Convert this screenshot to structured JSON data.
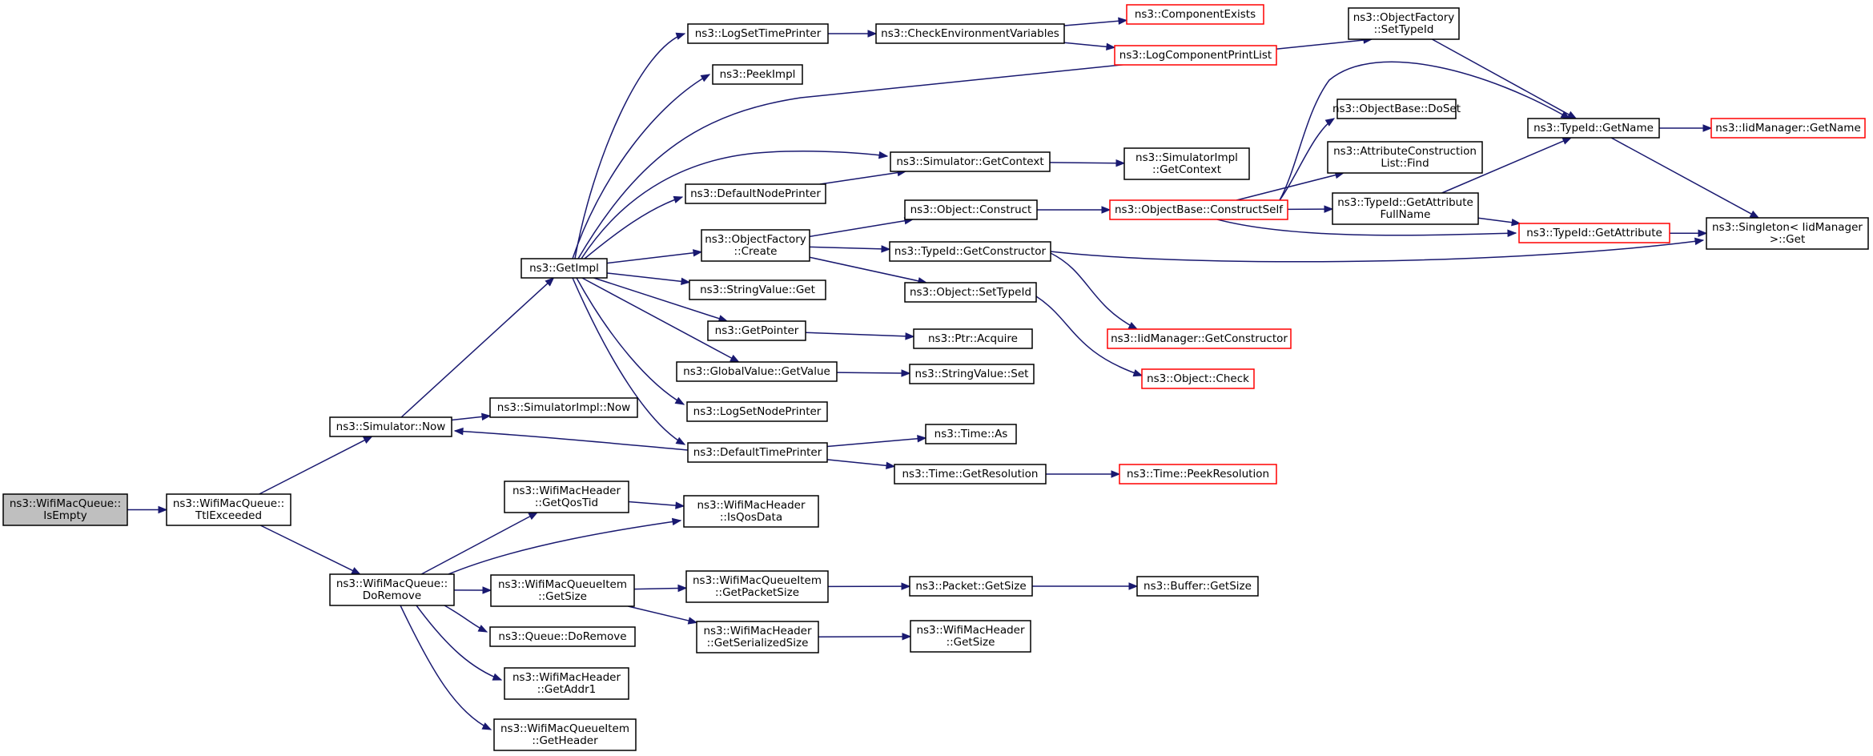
{
  "colors": {
    "edge": "#191970",
    "normal_border": "#000000",
    "truncated_border": "#ff0000",
    "root_fill": "#bfbfbf",
    "fill": "#ffffff"
  },
  "nodes": [
    {
      "id": "n0",
      "lines": [
        "ns3::WifiMacQueue::",
        "IsEmpty"
      ],
      "style": "root"
    },
    {
      "id": "n1",
      "lines": [
        "ns3::WifiMacQueue::",
        "TtlExceeded"
      ],
      "style": "normal"
    },
    {
      "id": "n2",
      "lines": [
        "ns3::Simulator::Now"
      ],
      "style": "normal"
    },
    {
      "id": "n3",
      "lines": [
        "ns3::WifiMacQueue::",
        "DoRemove"
      ],
      "style": "normal"
    },
    {
      "id": "n4",
      "lines": [
        "ns3::GetImpl"
      ],
      "style": "normal"
    },
    {
      "id": "n5",
      "lines": [
        "ns3::SimulatorImpl::Now"
      ],
      "style": "normal"
    },
    {
      "id": "n6",
      "lines": [
        "ns3::LogSetTimePrinter"
      ],
      "style": "normal"
    },
    {
      "id": "n7",
      "lines": [
        "ns3::PeekImpl"
      ],
      "style": "normal"
    },
    {
      "id": "n8",
      "lines": [
        "ns3::DefaultNodePrinter"
      ],
      "style": "normal"
    },
    {
      "id": "n9",
      "lines": [
        "ns3::ObjectFactory",
        "::Create"
      ],
      "style": "normal"
    },
    {
      "id": "n10",
      "lines": [
        "ns3::StringValue::Get"
      ],
      "style": "normal"
    },
    {
      "id": "n11",
      "lines": [
        "ns3::GetPointer"
      ],
      "style": "normal"
    },
    {
      "id": "n12",
      "lines": [
        "ns3::GlobalValue::GetValue"
      ],
      "style": "normal"
    },
    {
      "id": "n13",
      "lines": [
        "ns3::LogSetNodePrinter"
      ],
      "style": "normal"
    },
    {
      "id": "n14",
      "lines": [
        "ns3::DefaultTimePrinter"
      ],
      "style": "normal"
    },
    {
      "id": "n15",
      "lines": [
        "ns3::CheckEnvironmentVariables"
      ],
      "style": "normal"
    },
    {
      "id": "n16",
      "lines": [
        "ns3::ComponentExists"
      ],
      "style": "truncated"
    },
    {
      "id": "n17",
      "lines": [
        "ns3::LogComponentPrintList"
      ],
      "style": "truncated"
    },
    {
      "id": "n18",
      "lines": [
        "ns3::ObjectFactory",
        "::SetTypeId"
      ],
      "style": "normal"
    },
    {
      "id": "n19",
      "lines": [
        "ns3::Simulator::GetContext"
      ],
      "style": "normal"
    },
    {
      "id": "n20",
      "lines": [
        "ns3::SimulatorImpl",
        "::GetContext"
      ],
      "style": "normal"
    },
    {
      "id": "n21",
      "lines": [
        "ns3::Object::Construct"
      ],
      "style": "normal"
    },
    {
      "id": "n22",
      "lines": [
        "ns3::ObjectBase::ConstructSelf"
      ],
      "style": "truncated"
    },
    {
      "id": "n23",
      "lines": [
        "ns3::ObjectBase::DoSet"
      ],
      "style": "normal"
    },
    {
      "id": "n24",
      "lines": [
        "ns3::AttributeConstruction",
        "List::Find"
      ],
      "style": "normal"
    },
    {
      "id": "n25",
      "lines": [
        "ns3::TypeId::GetAttribute",
        "FullName"
      ],
      "style": "normal"
    },
    {
      "id": "n26",
      "lines": [
        "ns3::TypeId::GetName"
      ],
      "style": "normal"
    },
    {
      "id": "n27",
      "lines": [
        "ns3::IidManager::GetName"
      ],
      "style": "truncated"
    },
    {
      "id": "n28",
      "lines": [
        "ns3::TypeId::GetAttribute"
      ],
      "style": "truncated"
    },
    {
      "id": "n29",
      "lines": [
        "ns3::Singleton< IidManager",
        " >::Get"
      ],
      "style": "normal"
    },
    {
      "id": "n30",
      "lines": [
        "ns3::TypeId::GetConstructor"
      ],
      "style": "normal"
    },
    {
      "id": "n31",
      "lines": [
        "ns3::Object::SetTypeId"
      ],
      "style": "normal"
    },
    {
      "id": "n32",
      "lines": [
        "ns3::IidManager::GetConstructor"
      ],
      "style": "truncated"
    },
    {
      "id": "n33",
      "lines": [
        "ns3::Object::Check"
      ],
      "style": "truncated"
    },
    {
      "id": "n34",
      "lines": [
        "ns3::Ptr::Acquire"
      ],
      "style": "normal"
    },
    {
      "id": "n35",
      "lines": [
        "ns3::StringValue::Set"
      ],
      "style": "normal"
    },
    {
      "id": "n36",
      "lines": [
        "ns3::Time::As"
      ],
      "style": "normal"
    },
    {
      "id": "n37",
      "lines": [
        "ns3::Time::GetResolution"
      ],
      "style": "normal"
    },
    {
      "id": "n38",
      "lines": [
        "ns3::Time::PeekResolution"
      ],
      "style": "truncated"
    },
    {
      "id": "n39",
      "lines": [
        "ns3::WifiMacHeader",
        "::GetQosTid"
      ],
      "style": "normal"
    },
    {
      "id": "n40",
      "lines": [
        "ns3::WifiMacHeader",
        "::IsQosData"
      ],
      "style": "normal"
    },
    {
      "id": "n41",
      "lines": [
        "ns3::WifiMacQueueItem",
        "::GetSize"
      ],
      "style": "normal"
    },
    {
      "id": "n42",
      "lines": [
        "ns3::WifiMacQueueItem",
        "::GetPacketSize"
      ],
      "style": "normal"
    },
    {
      "id": "n43",
      "lines": [
        "ns3::Packet::GetSize"
      ],
      "style": "normal"
    },
    {
      "id": "n44",
      "lines": [
        "ns3::Buffer::GetSize"
      ],
      "style": "normal"
    },
    {
      "id": "n45",
      "lines": [
        "ns3::WifiMacHeader",
        "::GetSerializedSize"
      ],
      "style": "normal"
    },
    {
      "id": "n46",
      "lines": [
        "ns3::WifiMacHeader",
        "::GetSize"
      ],
      "style": "normal"
    },
    {
      "id": "n47",
      "lines": [
        "ns3::Queue::DoRemove"
      ],
      "style": "normal"
    },
    {
      "id": "n48",
      "lines": [
        "ns3::WifiMacHeader",
        "::GetAddr1"
      ],
      "style": "normal"
    },
    {
      "id": "n49",
      "lines": [
        "ns3::WifiMacQueueItem",
        "::GetHeader"
      ],
      "style": "normal"
    }
  ],
  "edges": [
    [
      "n0",
      "n1"
    ],
    [
      "n1",
      "n2"
    ],
    [
      "n1",
      "n3"
    ],
    [
      "n2",
      "n4"
    ],
    [
      "n2",
      "n5"
    ],
    [
      "n4",
      "n6"
    ],
    [
      "n4",
      "n7"
    ],
    [
      "n4",
      "n18"
    ],
    [
      "n4",
      "n19"
    ],
    [
      "n4",
      "n8"
    ],
    [
      "n4",
      "n9"
    ],
    [
      "n4",
      "n10"
    ],
    [
      "n4",
      "n11"
    ],
    [
      "n4",
      "n12"
    ],
    [
      "n4",
      "n13"
    ],
    [
      "n4",
      "n14"
    ],
    [
      "n6",
      "n15"
    ],
    [
      "n15",
      "n16"
    ],
    [
      "n15",
      "n17"
    ],
    [
      "n19",
      "n20"
    ],
    [
      "n8",
      "n19"
    ],
    [
      "n9",
      "n21"
    ],
    [
      "n9",
      "n30"
    ],
    [
      "n9",
      "n31"
    ],
    [
      "n21",
      "n22"
    ],
    [
      "n22",
      "n23"
    ],
    [
      "n22",
      "n24"
    ],
    [
      "n22",
      "n25"
    ],
    [
      "n22",
      "n26"
    ],
    [
      "n22",
      "n28"
    ],
    [
      "n25",
      "n26"
    ],
    [
      "n25",
      "n28"
    ],
    [
      "n18",
      "n26"
    ],
    [
      "n26",
      "n27"
    ],
    [
      "n26",
      "n29"
    ],
    [
      "n28",
      "n29"
    ],
    [
      "n30",
      "n29"
    ],
    [
      "n30",
      "n32"
    ],
    [
      "n31",
      "n33"
    ],
    [
      "n11",
      "n34"
    ],
    [
      "n12",
      "n35"
    ],
    [
      "n14",
      "n2"
    ],
    [
      "n14",
      "n36"
    ],
    [
      "n14",
      "n37"
    ],
    [
      "n37",
      "n38"
    ],
    [
      "n3",
      "n39"
    ],
    [
      "n3",
      "n40"
    ],
    [
      "n39",
      "n40"
    ],
    [
      "n3",
      "n41"
    ],
    [
      "n41",
      "n42"
    ],
    [
      "n41",
      "n45"
    ],
    [
      "n42",
      "n43"
    ],
    [
      "n43",
      "n44"
    ],
    [
      "n45",
      "n46"
    ],
    [
      "n3",
      "n47"
    ],
    [
      "n3",
      "n48"
    ],
    [
      "n3",
      "n49"
    ]
  ]
}
